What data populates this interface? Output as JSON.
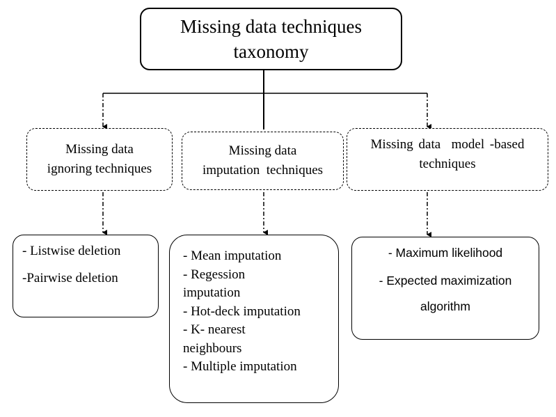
{
  "root": {
    "line1": "Missing data techniques",
    "line2": "taxonomy"
  },
  "categories": [
    {
      "line1": "Missing data",
      "line2": "ignoring techniques"
    },
    {
      "line1": "Missing data",
      "line2": "imputation  techniques"
    },
    {
      "line1": "Missing data  model -based",
      "line2": "techniques"
    }
  ],
  "leaves": [
    {
      "items": [
        "- Listwise deletion",
        "-Pairwise deletion"
      ]
    },
    {
      "items": [
        "- Mean imputation",
        "- Regession",
        "imputation",
        "- Hot-deck imputation",
        "- K- nearest",
        "neighbours",
        "- Multiple imputation"
      ]
    },
    {
      "items": [
        "- Maximum likelihood",
        "- Expected maximization",
        "algorithm"
      ]
    }
  ],
  "colors": {
    "line": "#000000",
    "background": "#ffffff"
  }
}
